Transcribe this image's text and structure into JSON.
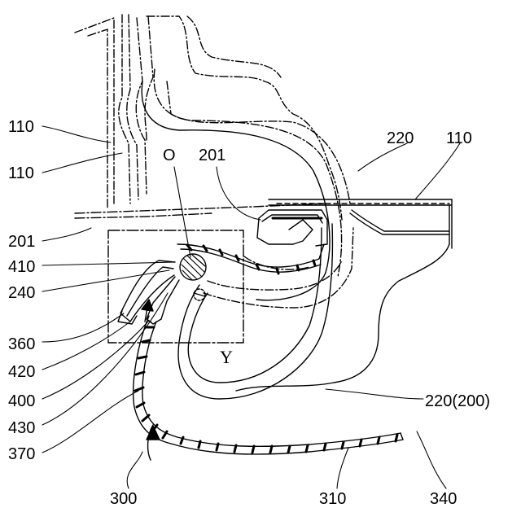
{
  "figure": {
    "labels": {
      "ref_110_a": "110",
      "ref_110_b": "110",
      "ref_201_a": "201",
      "ref_410": "410",
      "ref_240": "240",
      "ref_360": "360",
      "ref_420": "420",
      "ref_400": "400",
      "ref_430": "430",
      "ref_370": "370",
      "ref_O": "O",
      "ref_201_b": "201",
      "ref_220_a": "220",
      "ref_110_c": "110",
      "ref_Y": "Y",
      "ref_220_200": "220(200)",
      "ref_300": "300",
      "ref_310": "310",
      "ref_340": "340"
    },
    "colors": {
      "ink": "#000000",
      "background": "#ffffff"
    }
  }
}
